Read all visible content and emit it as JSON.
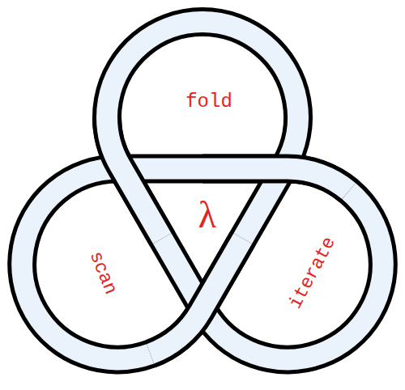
{
  "diagram": {
    "labels": [
      "fold",
      "λ",
      "scan",
      "iterate"
    ]
  }
}
